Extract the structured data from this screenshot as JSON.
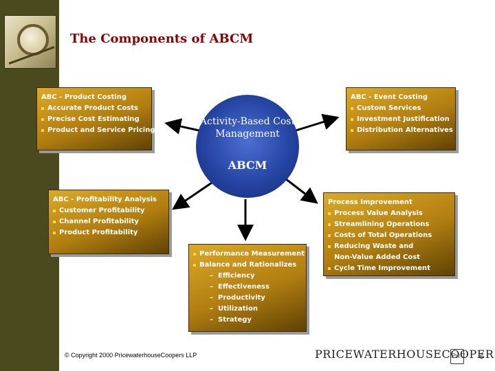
{
  "slide": {
    "title": "The Components of ABCM",
    "center": {
      "label": "Activity-Based Cost Management",
      "abbreviation": "ABCM"
    },
    "boxes": {
      "product_costing": {
        "heading": "ABC - Product Costing",
        "items": [
          "Accurate Product Costs",
          "Precise Cost Estimating",
          "Product and Service Pricing"
        ]
      },
      "event_costing": {
        "heading": "ABC - Event Costing",
        "items": [
          "Custom Services",
          "Investment Justification",
          "Distribution Alternatives"
        ]
      },
      "profitability": {
        "heading": "ABC - Profitability Analysis",
        "items": [
          "Customer Profitability",
          "Channel Profitability",
          "Product Profitability"
        ]
      },
      "performance": {
        "items": [
          "Performance Measurement",
          "Balance and Rationalizes"
        ],
        "subitems": [
          "Efficiency",
          "Effectiveness",
          "Productivity",
          "Utilization",
          "Strategy"
        ]
      },
      "process_improvement": {
        "heading": "Process Improvement",
        "items": [
          "Process Value Analysis",
          "Streamlining Operations",
          "Costs of Total Operations",
          "Reducing Waste and Non-Value Added Cost",
          "Cycle Time Improvement"
        ]
      }
    },
    "footer": {
      "copyright": "© Copyright 2000 PricewaterhouseCoopers LLP",
      "logo_text": "PRICEWATERHOUSECOOPERS",
      "page_number": "6"
    }
  },
  "colors": {
    "title": "#8b0000",
    "box_gold": "#c8961e",
    "circle_blue": "#2a4aa8",
    "sidebar": "#4a4a1e"
  }
}
